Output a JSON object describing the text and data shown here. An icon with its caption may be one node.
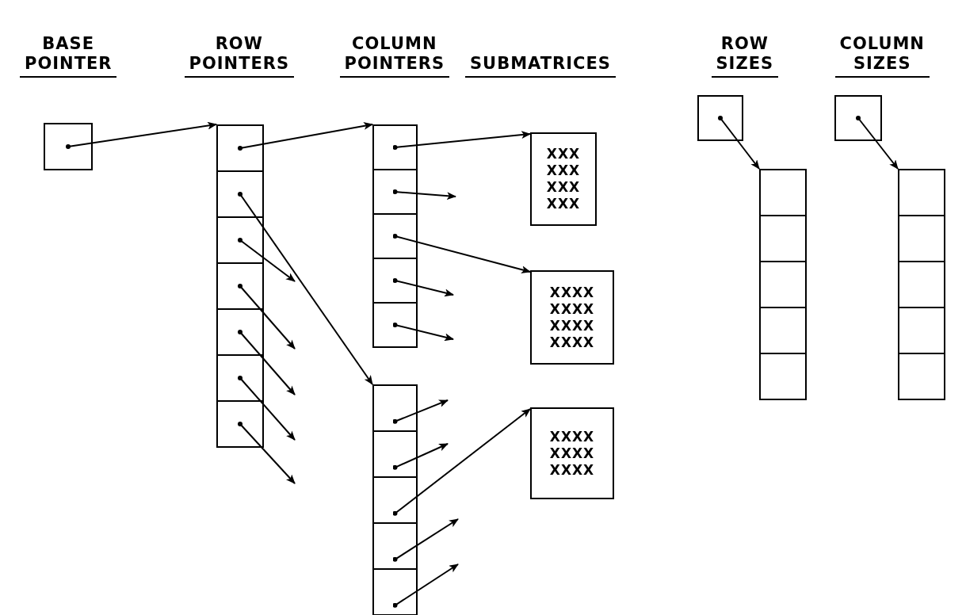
{
  "diagram": {
    "nodes": [
      {
        "text": [],
        "shape": "box"
      },
      {
        "text": [],
        "shape": "box"
      },
      {
        "text": [],
        "shape": "box"
      },
      {
        "text": [],
        "shape": "box"
      },
      {
        "text": [],
        "shape": "box"
      },
      {
        "text": [],
        "shape": "box"
      },
      {
        "text": [],
        "shape": "box"
      },
      {
        "text": [],
        "shape": "box"
      },
      {
        "text": [],
        "shape": "box"
      },
      {
        "text": [],
        "shape": "box"
      },
      {
        "text": [],
        "shape": "box"
      },
      {
        "text": [],
        "shape": "box"
      },
      {
        "text": [],
        "shape": "box"
      },
      {
        "text": [],
        "shape": "box"
      },
      {
        "text": [],
        "shape": "box"
      },
      {
        "text": [],
        "shape": "box"
      },
      {
        "text": [],
        "shape": "box"
      },
      {
        "text": [],
        "shape": "box"
      },
      {
        "text": [
          "XXX XXX XXX XXX"
        ]
      },
      {
        "text": [
          "XXXX XXXX XXXX XXXX"
        ]
      },
      {
        "text": [
          "XXXX XXXX XXXX"
        ]
      },
      {
        "text": [],
        "shape": "box"
      },
      {
        "text": [],
        "shape": "box"
      },
      {
        "text": [],
        "shape": "box"
      },
      {
        "text": [],
        "shape": "box"
      },
      {
        "text": [],
        "shape": "box"
      },
      {
        "text": [],
        "shape": "box"
      },
      {
        "text": [],
        "shape": "box"
      },
      {
        "text": [],
        "shape": "box"
      },
      {
        "text": [],
        "shape": "box"
      },
      {
        "text": [],
        "shape": "box"
      },
      {
        "text": [],
        "shape": "box"
      },
      {
        "text": [],
        "shape": "box"
      }
    ],
    "edges": [
      {
        "from": 0,
        "to": 1,
        "arrow": "to"
      },
      {
        "from": 1,
        "to": 8,
        "arrow": "to"
      },
      {
        "from": 2,
        "to": 13,
        "arrow": "to"
      },
      {
        "from": 3,
        "to": null,
        "arrow": "to"
      },
      {
        "from": 4,
        "to": null,
        "arrow": "to"
      },
      {
        "from": 5,
        "to": null,
        "arrow": "to"
      },
      {
        "from": 6,
        "to": null,
        "arrow": "to"
      },
      {
        "from": 7,
        "to": null,
        "arrow": "to"
      },
      {
        "from": 8,
        "to": 18,
        "arrow": "to"
      },
      {
        "from": 9,
        "to": null,
        "arrow": "to"
      },
      {
        "from": 10,
        "to": 19,
        "arrow": "to"
      },
      {
        "from": 11,
        "to": null,
        "arrow": "to"
      },
      {
        "from": 12,
        "to": null,
        "arrow": "to"
      },
      {
        "from": 13,
        "to": null,
        "arrow": "to"
      },
      {
        "from": 14,
        "to": null,
        "arrow": "to"
      },
      {
        "from": 15,
        "to": 20,
        "arrow": "to"
      },
      {
        "from": 16,
        "to": null,
        "arrow": "to"
      },
      {
        "from": 17,
        "to": null,
        "arrow": "to"
      },
      {
        "from": 21,
        "to": 22,
        "arrow": "to"
      },
      {
        "from": 27,
        "to": 28,
        "arrow": "to"
      }
    ],
    "labels": [
      "BASE POINTER",
      "ROW POINTERS",
      "COLUMN POINTERS",
      "SUBMATRICES",
      "ROW SIZES",
      "COLUMN SIZES"
    ]
  }
}
